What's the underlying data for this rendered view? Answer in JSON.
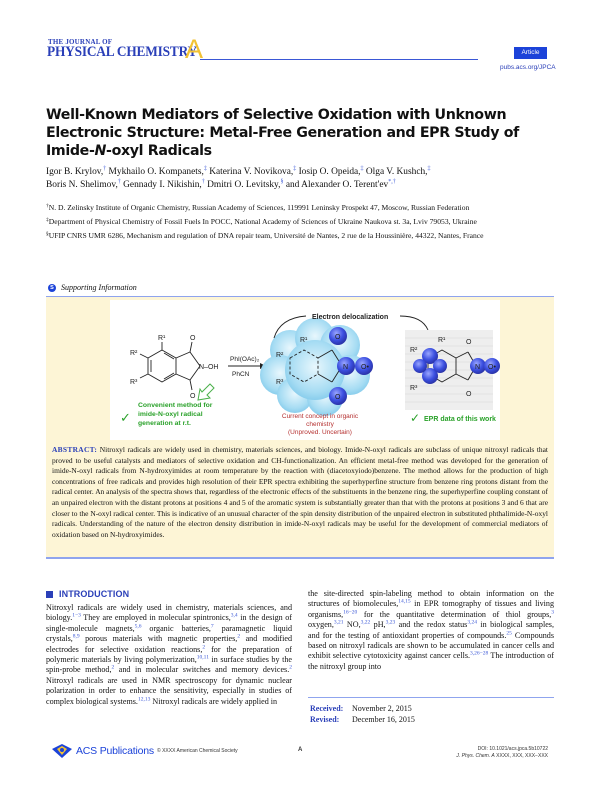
{
  "header": {
    "journal_line1": "THE JOURNAL OF",
    "journal_line2": "PHYSICAL CHEMISTRY",
    "journal_section": "A",
    "article_type": "Article",
    "url": "pubs.acs.org/JPCA",
    "colors": {
      "brand_blue": "#2a3fb8",
      "badge_blue": "#1c43d9",
      "accent_yellow": "#f2c233"
    }
  },
  "title": {
    "part1": "Well-Known Mediators of Selective Oxidation with Unknown Electronic Structure: Metal-Free Generation and EPR Study of Imide-",
    "italic": "N",
    "part2": "-oxyl Radicals"
  },
  "authors": [
    {
      "name": "Igor B. Krylov,",
      "mark": "†"
    },
    {
      "name": "Mykhailo O. Kompanets,",
      "mark": "‡"
    },
    {
      "name": "Katerina V. Novikova,",
      "mark": "‡"
    },
    {
      "name": "Iosip O. Opeida,",
      "mark": "‡"
    },
    {
      "name": "Olga V. Kushch,",
      "mark": "‡"
    },
    {
      "name": "Boris N. Shelimov,",
      "mark": "†"
    },
    {
      "name": "Gennady I. Nikishin,",
      "mark": "†"
    },
    {
      "name": "Dmitri O. Levitsky,",
      "mark": "§"
    },
    {
      "name": "and Alexander O. Terent'ev",
      "mark": "*,†"
    }
  ],
  "affiliations": [
    {
      "mark": "†",
      "text": "N. D. Zelinsky Institute of Organic Chemistry, Russian Academy of Sciences, 119991 Leninsky Prospekt 47, Moscow, Russian Federation"
    },
    {
      "mark": "‡",
      "text": "Department of Physical Chemistry of Fossil Fuels In POCC, National Academy of Sciences of Ukraine Naukova st. 3a, Lviv 79053, Ukraine"
    },
    {
      "mark": "§",
      "text": "UFIP CNRS UMR 6286, Mechanism and regulation of DNA repair team, Université de Nantes, 2 rue de la Houssinière, 44322, Nantes, France"
    }
  ],
  "supporting_info": {
    "icon": "S",
    "label": "Supporting Information"
  },
  "toc_graphic": {
    "reagent_top": "PhI(OAc)₂",
    "reagent_bottom": "PhCN",
    "top_label": "Electron delocalization",
    "left_caption": [
      "Convenient method for",
      "imide-N-oxyl radical",
      "generation at r.t."
    ],
    "middle_caption": [
      "Current concept in organic",
      "chemistry",
      "(Unproved. Uncertain)"
    ],
    "right_caption": "EPR data of this work",
    "labels": {
      "r1": "R¹",
      "r2": "R²",
      "r3": "R³",
      "noh": "N–OH",
      "no_rad": "N–O•",
      "o": "O",
      "n": "N"
    },
    "colors": {
      "green": "#2aa12a",
      "red": "#b53030",
      "blue_sphere": "#3b4fe0",
      "cloud": "#9fd8f2"
    }
  },
  "abstract": {
    "label": "ABSTRACT:",
    "text": "Nitroxyl radicals are widely used in chemistry, materials sciences, and biology. Imide-N-oxyl radicals are subclass of unique nitroxyl radicals that proved to be useful catalysts and mediators of selective oxidation and CH-functionalization. An efficient metal-free method was developed for the generation of imide-N-oxyl radicals from N-hydroxyimides at room temperature by the reaction with (diacetoxyiodo)benzene. The method allows for the production of high concentrations of free radicals and provides high resolution of their EPR spectra exhibiting the superhyperfine structure from benzene ring protons distant from the radical center. An analysis of the spectra shows that, regardless of the electronic effects of the substituents in the benzene ring, the superhyperfine coupling constant of an unpaired electron with the distant protons at positions 4 and 5 of the aromatic system is substantially greater than that with the protons at positions 3 and 6 that are closer to the N-oxyl radical center. This is indicative of an unusual character of the spin density distribution of the unpaired electron in substituted phthalimide-N-oxyl radicals. Understanding of the nature of the electron density distribution in imide-N-oxyl radicals may be useful for the development of commercial mediators of oxidation based on N-hydroxyimides."
  },
  "introduction": {
    "heading": "INTRODUCTION",
    "left_segments": [
      {
        "t": "Nitroxyl radicals are widely used in chemistry, materials sciences, and biology."
      },
      {
        "s": "1−3"
      },
      {
        "t": " They are employed in molecular spintronics,"
      },
      {
        "s": "3,4"
      },
      {
        "t": " in the design of single-molecule magnets,"
      },
      {
        "s": "5,6"
      },
      {
        "t": " organic batteries,"
      },
      {
        "s": "7"
      },
      {
        "t": " paramagnetic liquid crystals,"
      },
      {
        "s": "8,9"
      },
      {
        "t": " porous materials with magnetic properties,"
      },
      {
        "s": "2"
      },
      {
        "t": " and modified electrodes for selective oxidation reactions,"
      },
      {
        "s": "2"
      },
      {
        "t": " for the preparation of polymeric materials by living polymerization,"
      },
      {
        "s": "10,11"
      },
      {
        "t": " in surface studies by the spin-probe method,"
      },
      {
        "s": "2"
      },
      {
        "t": " and in molecular switches and memory devices."
      },
      {
        "s": "2"
      },
      {
        "t": " Nitroxyl radicals are used in NMR spectroscopy for dynamic nuclear polarization in order to enhance the sensitivity, especially in studies of complex biological systems."
      },
      {
        "s": "12,13"
      },
      {
        "t": " Nitroxyl radicals are widely applied in"
      }
    ],
    "right_segments": [
      {
        "t": "the site-directed spin-labeling method to obtain information on the structures of biomolecules,"
      },
      {
        "s": "14,15"
      },
      {
        "t": " in EPR tomography of tissues and living organisms,"
      },
      {
        "s": "16−20"
      },
      {
        "t": " for the quantitative determination of thiol groups,"
      },
      {
        "s": "3"
      },
      {
        "t": " oxygen,"
      },
      {
        "s": "3,21"
      },
      {
        "t": " NO,"
      },
      {
        "s": "3,22"
      },
      {
        "t": " pH,"
      },
      {
        "s": "3,23"
      },
      {
        "t": " and the redox status"
      },
      {
        "s": "3,24"
      },
      {
        "t": " in biological samples, and for the testing of antioxidant properties of compounds."
      },
      {
        "s": "25"
      },
      {
        "t": " Compounds based on nitroxyl radicals are shown to be accumulated in cancer cells and exhibit selective cytotoxicity against cancer cells."
      },
      {
        "s": "3,26−28"
      },
      {
        "t": " The introduction of the nitroxyl group into"
      }
    ]
  },
  "dates": [
    {
      "label": "Received:",
      "value": "November 2, 2015"
    },
    {
      "label": "Revised:",
      "value": "December 16, 2015"
    }
  ],
  "footer": {
    "publisher": "ACS Publications",
    "copyright": "© XXXX American Chemical Society",
    "page": "A",
    "doi": "DOI: 10.1021/acs.jpca.5b10722",
    "citation_journal": "J. Phys. Chem. A",
    "citation_rest": " XXXX, XXX, XXX−XXX"
  }
}
